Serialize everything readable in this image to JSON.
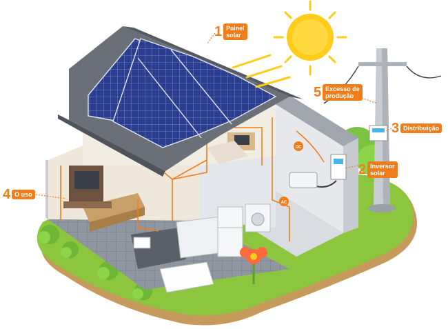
{
  "callouts": [
    {
      "id": "painel-solar",
      "number": "1",
      "label_lines": [
        "Painel",
        "solar"
      ]
    },
    {
      "id": "inversor-solar",
      "number": "2",
      "label_lines": [
        "Inversor",
        "solar"
      ]
    },
    {
      "id": "distribuicao",
      "number": "3",
      "label_lines": [
        "Distribuição"
      ]
    },
    {
      "id": "o-uso",
      "number": "4",
      "label_lines": [
        "O uso"
      ]
    },
    {
      "id": "excesso-producao",
      "number": "5",
      "label_lines": [
        "Excesso de",
        "produção"
      ]
    }
  ],
  "device_labels": {
    "dc": "DC",
    "ac": "AC"
  },
  "colors": {
    "accent": "#f07d1a",
    "sun": "#ffcc1a",
    "panel": "#2b3d8f",
    "roof": "#6b6f77",
    "grass": "#8cc63f",
    "ground": "#c69a5a"
  }
}
